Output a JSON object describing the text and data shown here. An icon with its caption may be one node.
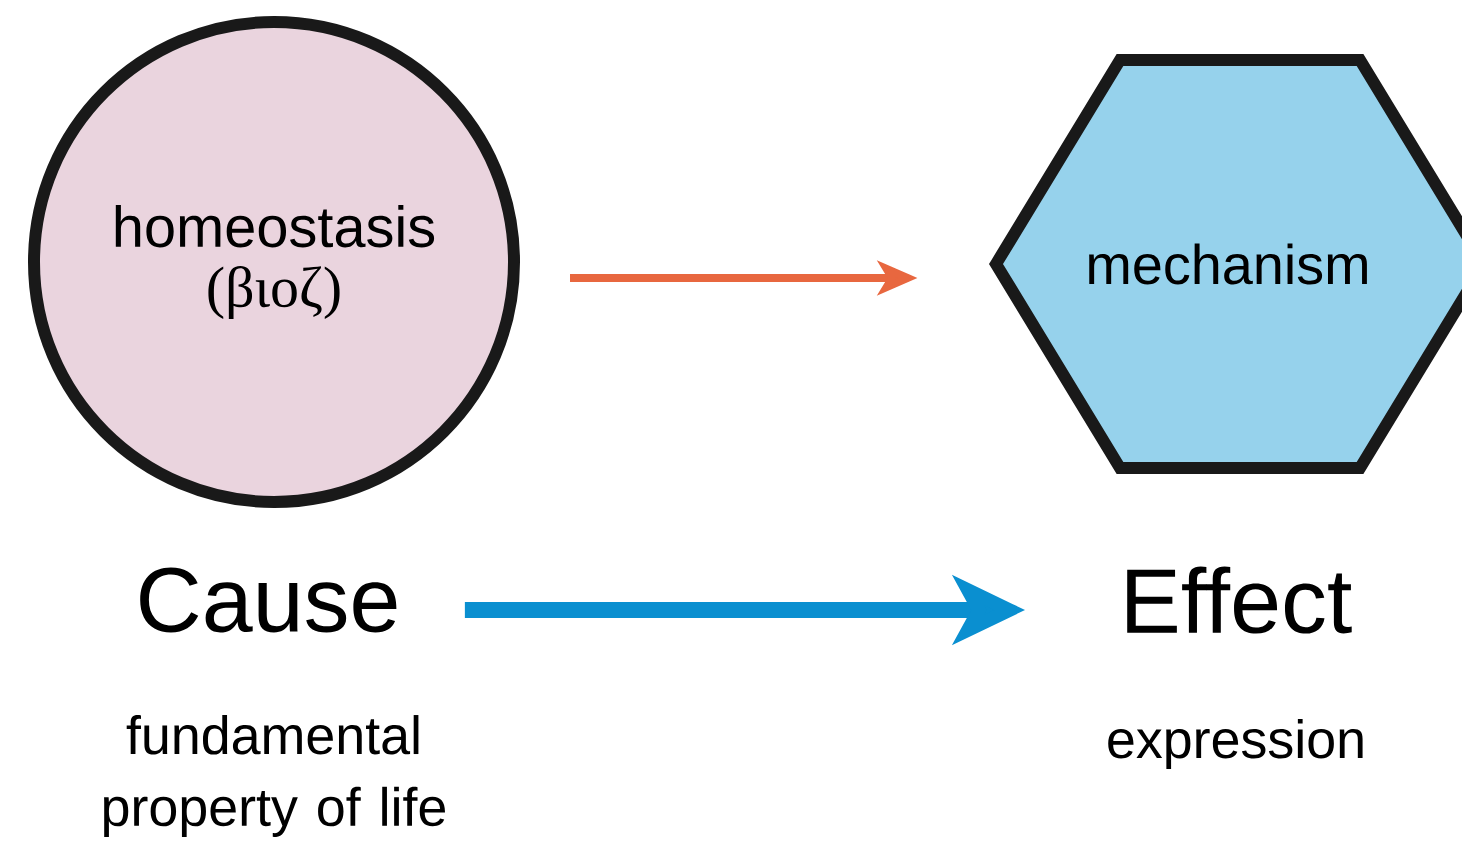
{
  "diagram": {
    "nodes": [
      {
        "text": [
          "homeostasis",
          "(βιοζ)"
        ]
      },
      {
        "text": [
          "mechanism"
        ]
      },
      {
        "text": [
          "Cause"
        ],
        "beside": [
          "fundamental property of life"
        ]
      },
      {
        "text": [
          "Effect"
        ],
        "beside": [
          "expression"
        ]
      }
    ],
    "edges": [
      {
        "from": 0,
        "to": 1,
        "arrow": "to",
        "color": "#e8673f"
      },
      {
        "from": 2,
        "to": 3,
        "arrow": "to",
        "style": "thick",
        "color": "#0a8fd0"
      }
    ]
  }
}
